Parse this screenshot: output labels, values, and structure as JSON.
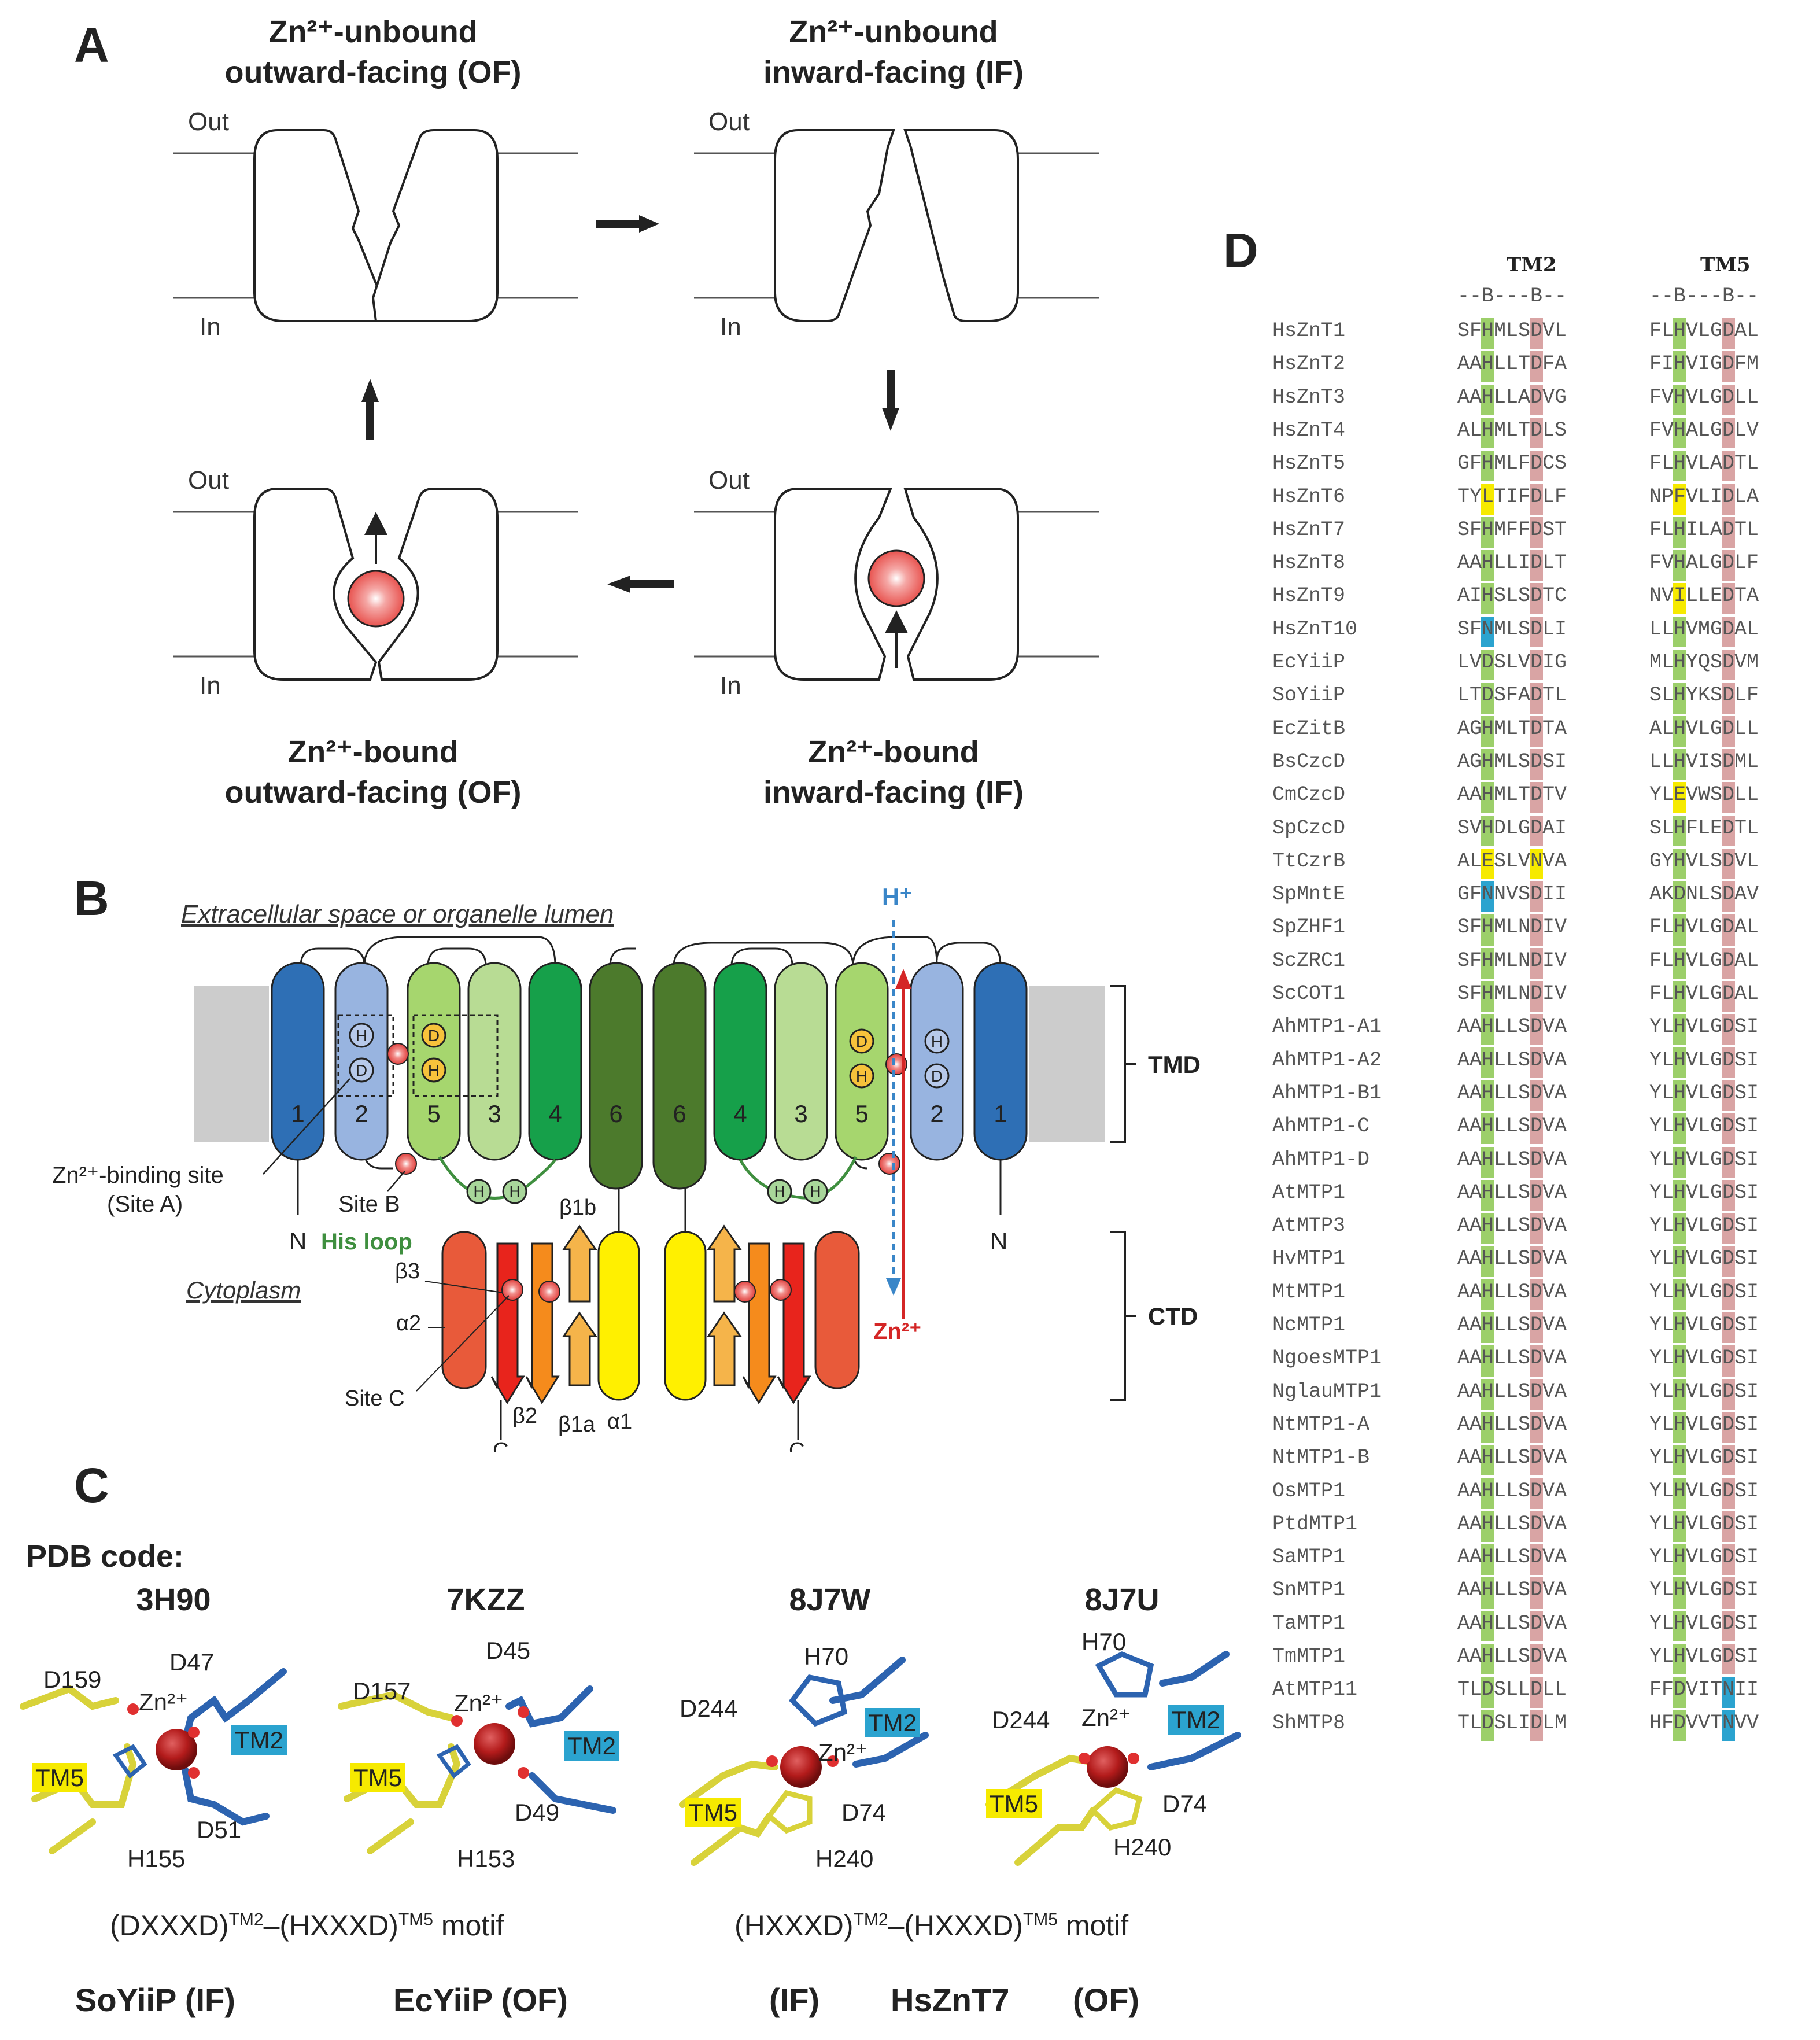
{
  "panel_letters": {
    "a": "A",
    "b": "B",
    "c": "C",
    "d": "D"
  },
  "panelA": {
    "states": {
      "tl": {
        "line1": "Zn²⁺-unbound",
        "line2": "outward-facing (OF)"
      },
      "tr": {
        "line1": "Zn²⁺-unbound",
        "line2": "inward-facing (IF)"
      },
      "bl": {
        "line1": "Zn²⁺-bound",
        "line2": "outward-facing (OF)"
      },
      "br": {
        "line1": "Zn²⁺-bound",
        "line2": "inward-facing (IF)"
      }
    },
    "out_label": "Out",
    "in_label": "In",
    "ion_color": "#e8534f"
  },
  "panelB": {
    "extracellular": "Extracellular space or organelle lumen",
    "cytoplasm": "Cytoplasm",
    "tmd": "TMD",
    "ctd": "CTD",
    "proton": "H⁺",
    "zinc": "Zn²⁺",
    "site_a_line1": "Zn²⁺-binding site",
    "site_a_line2": "(Site A)",
    "site_b": "Site B",
    "site_c": "Site C",
    "his_loop": "His loop",
    "n_term": "N",
    "c_term": "C",
    "helices_left": [
      "1",
      "2",
      "5",
      "3",
      "4",
      "6"
    ],
    "helices_right": [
      "6",
      "4",
      "3",
      "5",
      "2",
      "1"
    ],
    "residues": {
      "h": "H",
      "d": "D"
    },
    "ctd_labels": {
      "b3": "β3",
      "a2": "α2",
      "b2": "β2",
      "b1a": "β1a",
      "b1b": "β1b",
      "a1": "α1"
    },
    "colors": {
      "tm1": "#2e6fb5",
      "tm2": "#98b4e0",
      "tm5": "#a6d66e",
      "tm3": "#b8dc94",
      "tm4": "#16a04a",
      "tm6": "#4c7a2c",
      "zinc_arrow": "#d42626",
      "proton_arrow": "#3a86c8",
      "his_loop": "#3f8f3f"
    }
  },
  "panelC": {
    "pdb_title": "PDB code:",
    "structures": [
      {
        "code": "3H90",
        "labels": [
          "D159",
          "D47",
          "Zn²⁺",
          "TM2",
          "TM5",
          "D51",
          "H155"
        ]
      },
      {
        "code": "7KZZ",
        "labels": [
          "D157",
          "D45",
          "Zn²⁺",
          "TM2",
          "TM5",
          "D49",
          "H153"
        ]
      },
      {
        "code": "8J7W",
        "labels": [
          "H70",
          "D244",
          "TM2",
          "Zn²⁺",
          "TM5",
          "D74",
          "H240"
        ]
      },
      {
        "code": "8J7U",
        "labels": [
          "H70",
          "D244",
          "Zn²⁺",
          "TM2",
          "TM5",
          "D74",
          "H240"
        ]
      }
    ],
    "motif_left": {
      "p1": "(DXXXD)",
      "s1": "TM2",
      "p2": "–(HXXXD)",
      "s2": "TM5",
      "p3": " motif"
    },
    "motif_right": {
      "p1": "(HXXXD)",
      "s1": "TM2",
      "p2": "–(HXXXD)",
      "s2": "TM5",
      "p3": " motif"
    },
    "bottom": {
      "n1": "SoYiiP (IF)",
      "n2": "EcYiiP (OF)",
      "n3": "(IF)",
      "n4": "HsZnT7",
      "n5": "(OF)"
    }
  },
  "panelD": {
    "tm2_header": "TM2",
    "tm5_header": "TM5",
    "marker": "--B---B--",
    "rows": [
      {
        "name": "HsZnT1",
        "tm2": "SFHMLSDVL",
        "tm5": "FLHVLGDAL"
      },
      {
        "name": "HsZnT2",
        "tm2": "AAHLLTDFA",
        "tm5": "FIHVIGDFM"
      },
      {
        "name": "HsZnT3",
        "tm2": "AAHLLADVG",
        "tm5": "FVHVLGDLL"
      },
      {
        "name": "HsZnT4",
        "tm2": "ALHMLTDLS",
        "tm5": "FVHALGDLV"
      },
      {
        "name": "HsZnT5",
        "tm2": "GFHMLFDCS",
        "tm5": "FLHVLADTL"
      },
      {
        "name": "HsZnT6",
        "tm2": "TYLTIFDLF",
        "tm5": "NPFVLIDLA"
      },
      {
        "name": "HsZnT7",
        "tm2": "SFHMFFDST",
        "tm5": "FLHILADTL"
      },
      {
        "name": "HsZnT8",
        "tm2": "AAHLLIDLT",
        "tm5": "FVHALGDLF"
      },
      {
        "name": "HsZnT9",
        "tm2": "AIHSLSDTC",
        "tm5": "NVILLEDTA"
      },
      {
        "name": "HsZnT10",
        "tm2": "SFNMLSDLI",
        "tm5": "LLHVMGDAL"
      },
      {
        "name": "EcYiiP",
        "tm2": "LVDSLVDIG",
        "tm5": "MLHYQSDVM"
      },
      {
        "name": "SoYiiP",
        "tm2": "LTDSFADTL",
        "tm5": "SLHYKSDLF"
      },
      {
        "name": "EcZitB",
        "tm2": "AGHMLTDTA",
        "tm5": "ALHVLGDLL"
      },
      {
        "name": "BsCzcD",
        "tm2": "AGHMLSDSI",
        "tm5": "LLHVISDML"
      },
      {
        "name": "CmCzcD",
        "tm2": "AAHMLTDTV",
        "tm5": "YLEVWSDLL"
      },
      {
        "name": "SpCzcD",
        "tm2": "SVHDLGDAI",
        "tm5": "SLHFLEDTL"
      },
      {
        "name": "TtCzrB",
        "tm2": "ALESLVNVA",
        "tm5": "GYHVLSDVL"
      },
      {
        "name": "SpMntE",
        "tm2": "GFNNVSDII",
        "tm5": "AKDNLSDAV"
      },
      {
        "name": "SpZHF1",
        "tm2": "SFHMLNDIV",
        "tm5": "FLHVLGDAL"
      },
      {
        "name": "ScZRC1",
        "tm2": "SFHMLNDIV",
        "tm5": "FLHVLGDAL"
      },
      {
        "name": "ScCOT1",
        "tm2": "SFHMLNDIV",
        "tm5": "FLHVLGDAL"
      },
      {
        "name": "AhMTP1-A1",
        "tm2": "AAHLLSDVA",
        "tm5": "YLHVLGDSI"
      },
      {
        "name": "AhMTP1-A2",
        "tm2": "AAHLLSDVA",
        "tm5": "YLHVLGDSI"
      },
      {
        "name": "AhMTP1-B1",
        "tm2": "AAHLLSDVA",
        "tm5": "YLHVLGDSI"
      },
      {
        "name": "AhMTP1-C",
        "tm2": "AAHLLSDVA",
        "tm5": "YLHVLGDSI"
      },
      {
        "name": "AhMTP1-D",
        "tm2": "AAHLLSDVA",
        "tm5": "YLHVLGDSI"
      },
      {
        "name": "AtMTP1",
        "tm2": "AAHLLSDVA",
        "tm5": "YLHVLGDSI"
      },
      {
        "name": "AtMTP3",
        "tm2": "AAHLLSDVA",
        "tm5": "YLHVLGDSI"
      },
      {
        "name": "HvMTP1",
        "tm2": "AAHLLSDVA",
        "tm5": "YLHVLGDSI"
      },
      {
        "name": "MtMTP1",
        "tm2": "AAHLLSDVA",
        "tm5": "YLHVLGDSI"
      },
      {
        "name": "NcMTP1",
        "tm2": "AAHLLSDVA",
        "tm5": "YLHVLGDSI"
      },
      {
        "name": "NgoesMTP1",
        "tm2": "AAHLLSDVA",
        "tm5": "YLHVLGDSI"
      },
      {
        "name": "NglauMTP1",
        "tm2": "AAHLLSDVA",
        "tm5": "YLHVLGDSI"
      },
      {
        "name": "NtMTP1-A",
        "tm2": "AAHLLSDVA",
        "tm5": "YLHVLGDSI"
      },
      {
        "name": "NtMTP1-B",
        "tm2": "AAHLLSDVA",
        "tm5": "YLHVLGDSI"
      },
      {
        "name": "OsMTP1",
        "tm2": "AAHLLSDVA",
        "tm5": "YLHVLGDSI"
      },
      {
        "name": "PtdMTP1",
        "tm2": "AAHLLSDVA",
        "tm5": "YLHVLGDSI"
      },
      {
        "name": "SaMTP1",
        "tm2": "AAHLLSDVA",
        "tm5": "YLHVLGDSI"
      },
      {
        "name": "SnMTP1",
        "tm2": "AAHLLSDVA",
        "tm5": "YLHVLGDSI"
      },
      {
        "name": "TaMTP1",
        "tm2": "AAHLLSDVA",
        "tm5": "YLHVLGDSI"
      },
      {
        "name": "TmMTP1",
        "tm2": "AAHLLSDVA",
        "tm5": "YLHVLGDSI"
      },
      {
        "name": "AtMTP11",
        "tm2": "TLDSLLDLL",
        "tm5": "FFDVITNII"
      },
      {
        "name": "ShMTP8",
        "tm2": "TLDSLIDLM",
        "tm5": "HFDVVTNVV"
      }
    ],
    "highlight_colors": {
      "H": "#9ccf6a",
      "D": "#d9a4a4",
      "yellow": "#f6ea00",
      "blue": "#2ba3cf"
    }
  }
}
